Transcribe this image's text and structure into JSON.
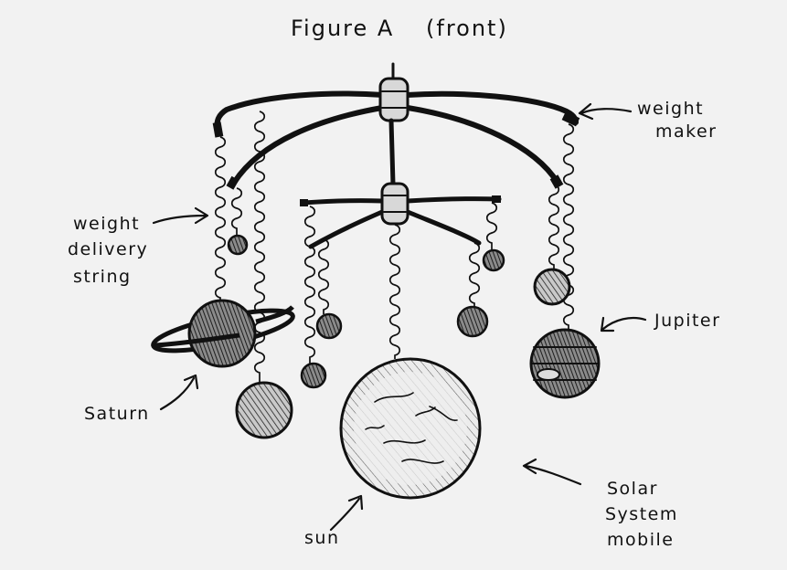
{
  "figure": {
    "title": "Figure A",
    "subtitle": "(front)"
  },
  "labels": {
    "weight_maker_line1": "weight",
    "weight_maker_line2": "maker",
    "weight_delivery_line1": "weight",
    "weight_delivery_line2": "delivery",
    "weight_delivery_line3": "string",
    "jupiter": "Jupiter",
    "saturn": "Saturn",
    "sun": "sun",
    "mobile_line1": "Solar",
    "mobile_line2": "System",
    "mobile_line3": "mobile"
  },
  "colors": {
    "ink": "#111111",
    "paper": "#f2f2f2",
    "planet_fill": "#9a9a9a",
    "sun_fill": "#e6e6e6"
  }
}
